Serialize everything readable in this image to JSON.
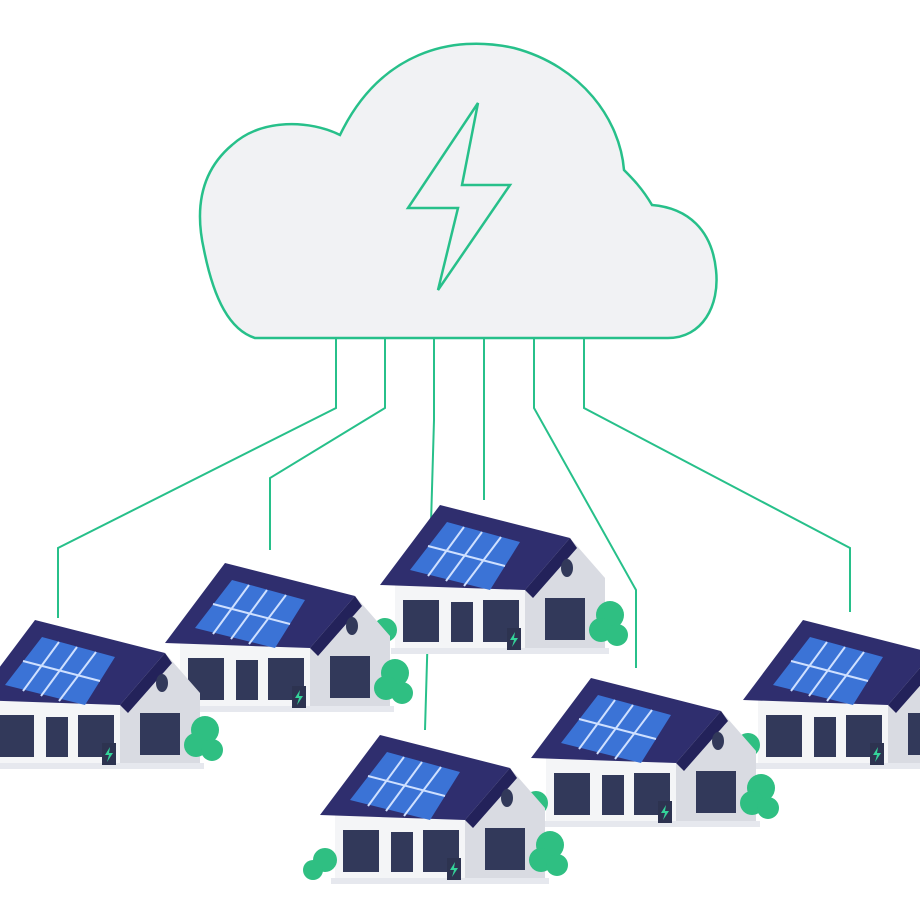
{
  "colors": {
    "background": "#ffffff",
    "line": "#27c08a",
    "cloud_fill": "#f1f2f4",
    "roof": "#2f2e6e",
    "roof_edge": "#23225a",
    "solar_panel": "#3b73d6",
    "solar_grid": "#cfe0ff",
    "wall_front": "#f4f5f7",
    "wall_side": "#d9dbe2",
    "window": "#32395a",
    "bush": "#2fbf82",
    "battery": "#2d3350",
    "battery_bolt": "#34d399"
  },
  "icons": {
    "cloud": "cloud-icon",
    "bolt": "lightning-bolt-icon",
    "house": "house-icon",
    "solar": "solar-panel-icon",
    "battery": "home-battery-icon",
    "bush": "bush-icon"
  },
  "houses": [
    {
      "id": "house-left"
    },
    {
      "id": "house-mid-left"
    },
    {
      "id": "house-back-center"
    },
    {
      "id": "house-front-center"
    },
    {
      "id": "house-mid-right"
    },
    {
      "id": "house-right"
    }
  ]
}
